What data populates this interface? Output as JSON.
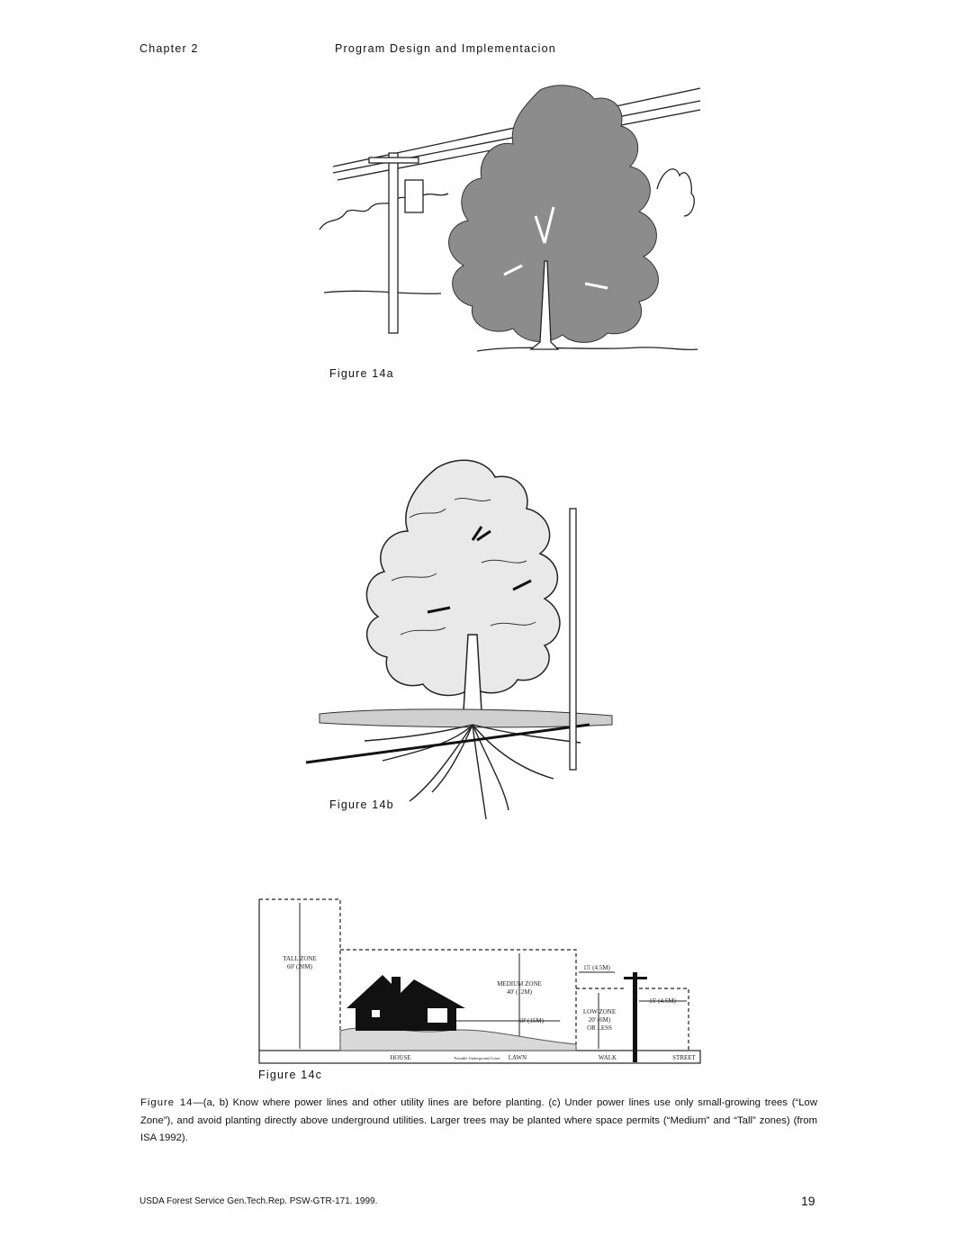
{
  "header": {
    "chapter": "Chapter 2",
    "title": "Program Design and Implementacion"
  },
  "figures": {
    "a": {
      "label": "Figure 14a"
    },
    "b": {
      "label": "Figure 14b"
    },
    "c": {
      "label": "Figure 14c",
      "tall_zone": [
        "TALL ZONE",
        "60' (20M)"
      ],
      "medium_zone": [
        "MEDIUM ZONE",
        "40' (12M)"
      ],
      "low_zone": [
        "LOW ZONE",
        "20' (6M)",
        "OR LESS"
      ],
      "dim_15_top": "15' (4.5M)",
      "dim_15_right": "15' (4.5M)",
      "dim_50": "50' (15M)",
      "ground_labels": {
        "house": "HOUSE",
        "underground": "Possible Underground Lines",
        "lawn": "LAWN",
        "walk": "WALK",
        "street": "STREET"
      }
    }
  },
  "caption": {
    "lead": "Figure 14",
    "text": "—(a, b) Know where power lines and other utility lines are before planting. (c) Under power lines use only small-growing trees (“Low Zone”), and avoid planting directly above underground utilities. Larger trees may be planted where space permits (“Medium” and “Tall” zones) (from ISA 1992)."
  },
  "footer": {
    "citation": "USDA Forest Service Gen.Tech.Rep. PSW-GTR-171. 1999.",
    "page_number": "19"
  }
}
